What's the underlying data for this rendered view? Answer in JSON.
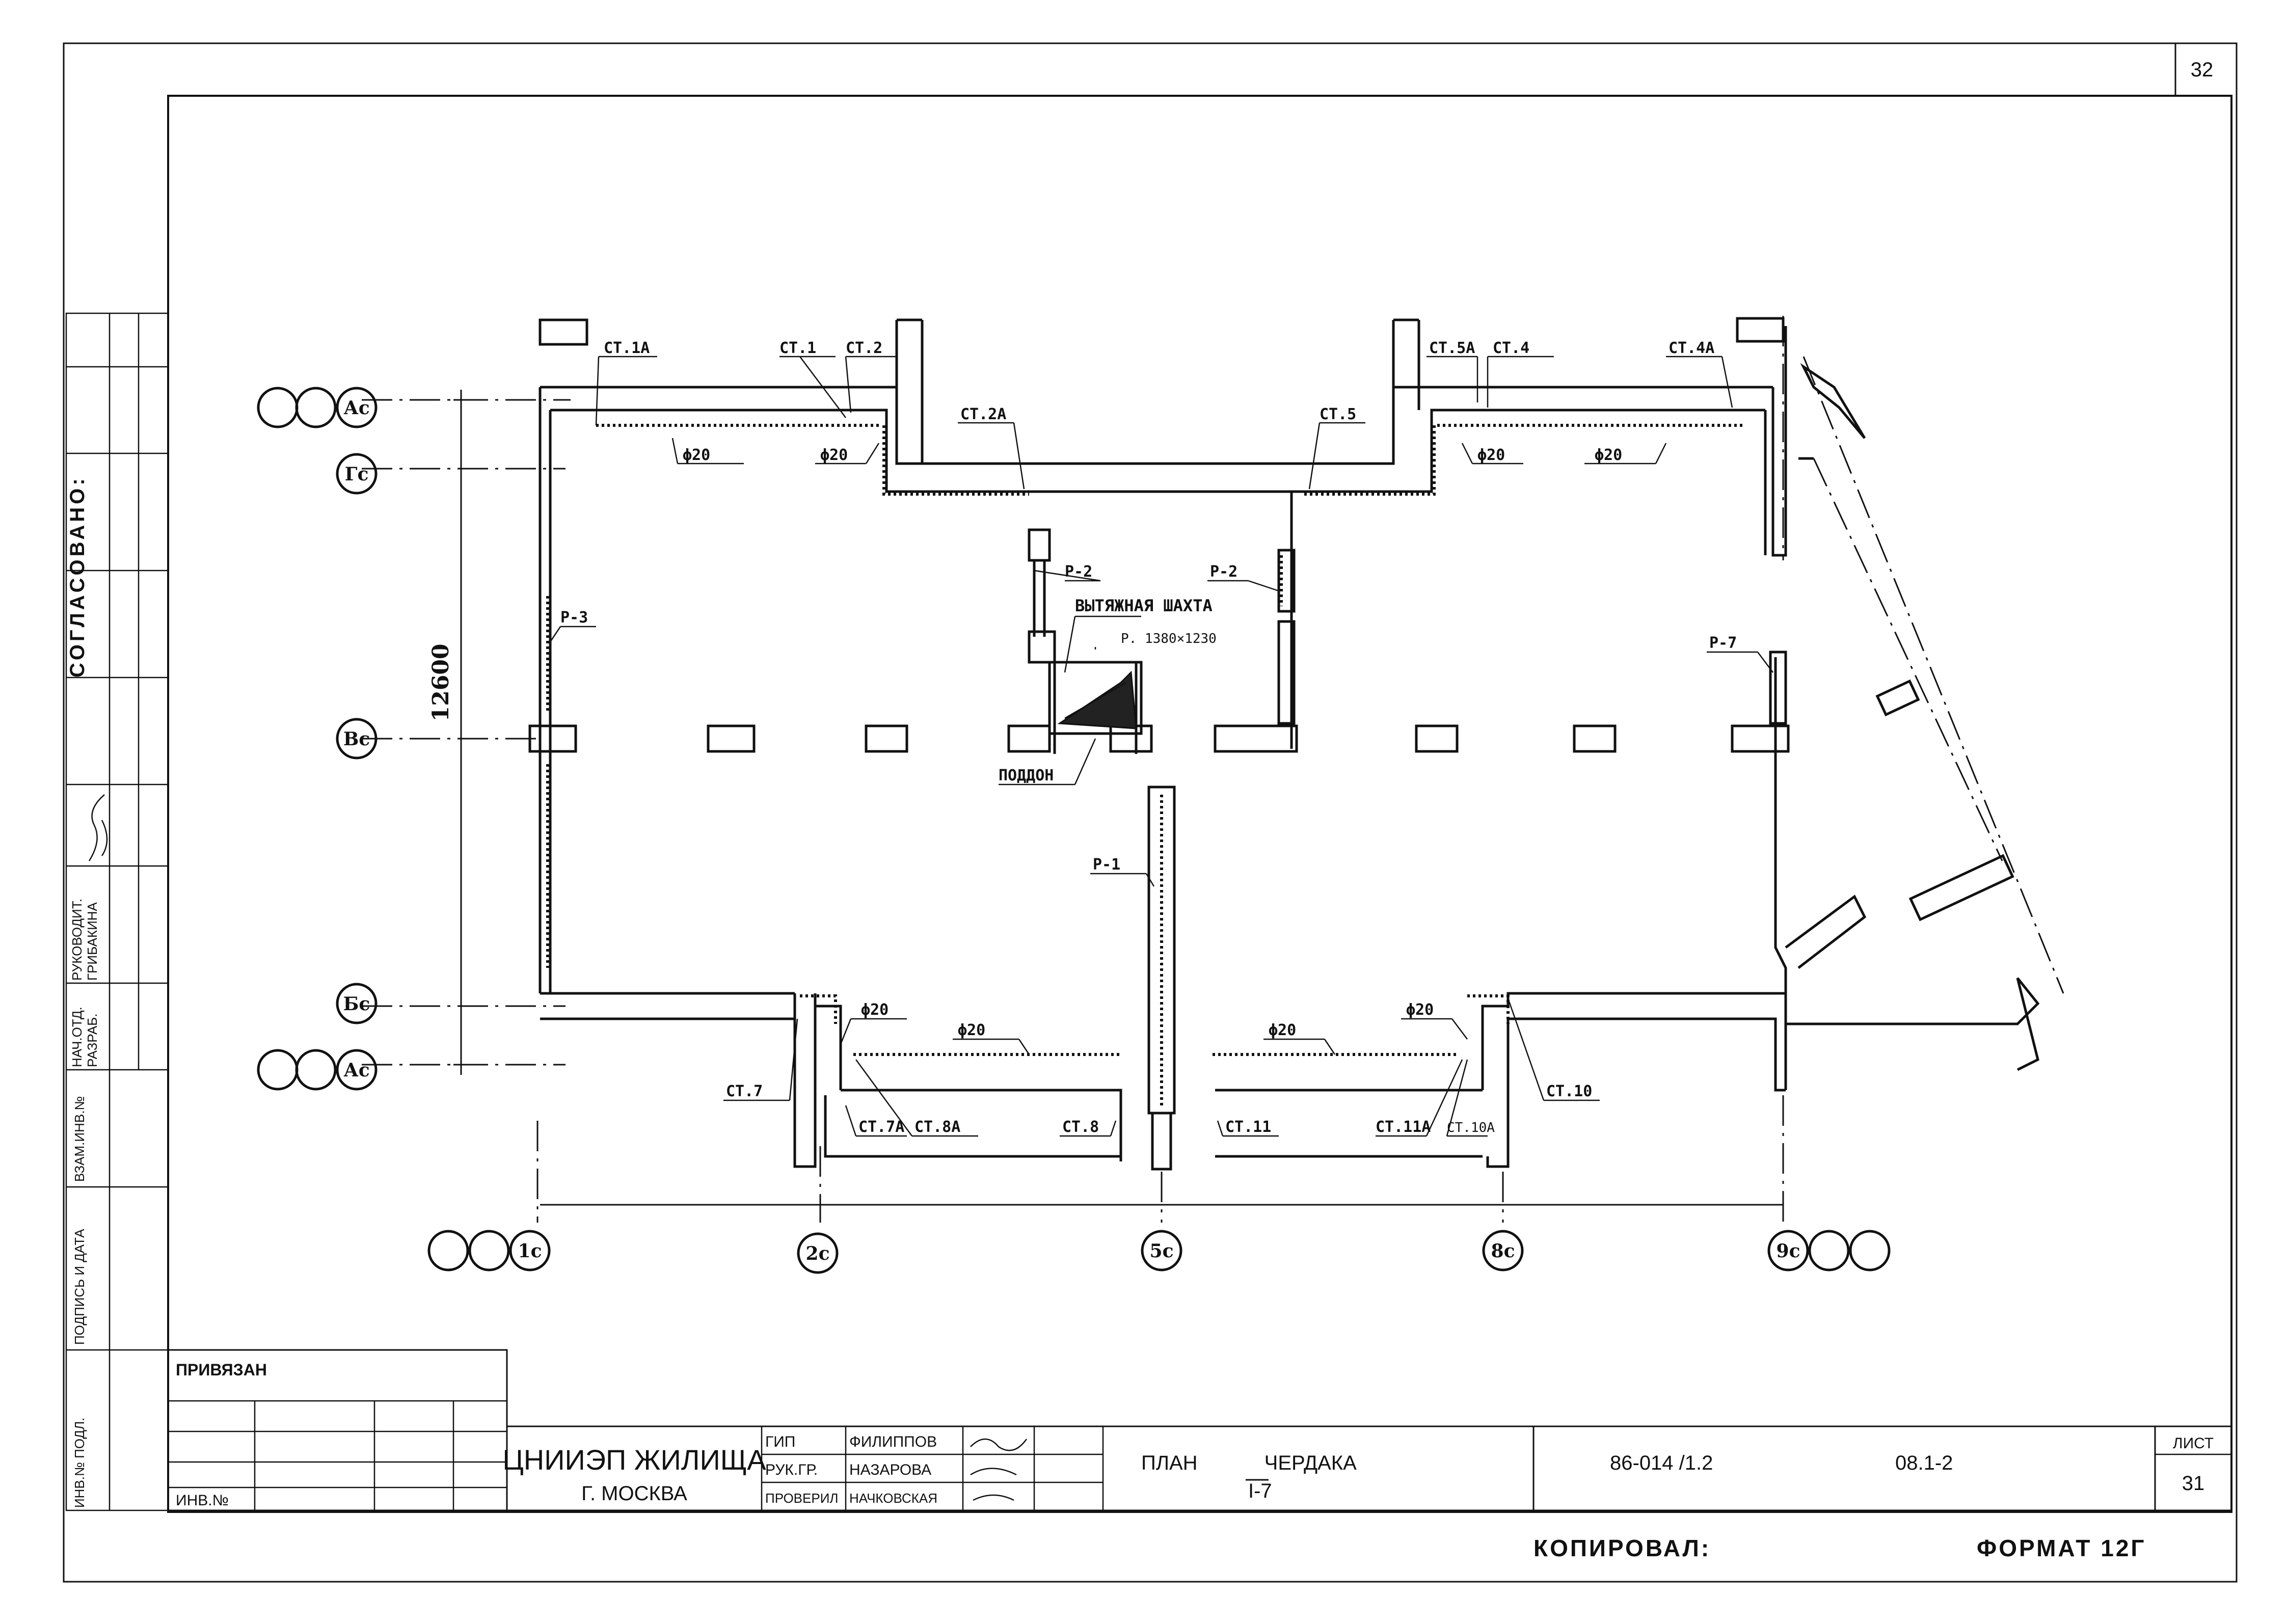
{
  "sheet": {
    "corner_number": "32",
    "approval_header": "СОГЛАСОВАНО:",
    "side_rows": [
      "НАЧ.ОТД.",
      "РАЗРАБ.",
      "РУКОВОДИТ.",
      "ГРИБАКИНА"
    ],
    "side_vertical": [
      "ИНВ.№ ПОДЛ.",
      "ПОДПИСЬ И ДАТА",
      "ВЗАМ.ИНВ.№"
    ]
  },
  "plan": {
    "dimension": "12600",
    "labels": {
      "st1a": "СТ.1А",
      "st1": "СТ.1",
      "st2": "СТ.2",
      "st2a": "СТ.2А",
      "st5": "СТ.5",
      "st5a": "СТ.5А",
      "st4": "СТ.4",
      "st4a": "СТ.4А",
      "st7": "СТ.7",
      "st7a": "СТ.7А",
      "st8a": "СТ.8А",
      "st8": "СТ.8",
      "st11": "СТ.11",
      "st11a": "СТ.11А",
      "st10a": "СТ.10А",
      "st10": "СТ.10",
      "p1": "Р-1",
      "p2a": "Р-2",
      "p2b": "Р-2",
      "p3": "Р-3",
      "p7": "Р-7",
      "d1": "ϕ20",
      "d2": "ϕ20",
      "d3": "ϕ20",
      "d4": "ϕ20",
      "d5": "ϕ20",
      "d6": "ϕ20",
      "d7": "ϕ20",
      "d8": "ϕ20",
      "shaft": "ВЫТЯЖНАЯ ШАХТА",
      "shaft_size": "Р. 1380×1230",
      "tray": "ПОДДОН"
    },
    "row_axes": [
      "Ас",
      "Гс",
      "Вс",
      "Бс",
      "Ас"
    ],
    "col_axes": [
      "1с",
      "2с",
      "5с",
      "8с",
      "9с"
    ]
  },
  "title_block": {
    "attached": "ПРИВЯЗАН",
    "inv": "ИНВ.№",
    "org_name": "ЦНИИЭП ЖИЛИЩА",
    "org_city": "Г. МОСКВА",
    "roles": [
      "ГИП",
      "РУК.ГР.",
      "ПРОВЕРИЛ"
    ],
    "names": [
      "ФИЛИППОВ",
      "НАЗАРОВА",
      "НАЧКОВСКАЯ"
    ],
    "drawing_title": "ПЛАН ЧЕРДАКА",
    "drawing_sub": "I-7",
    "code": "86-014 /1.2",
    "code_part": "08.1-2",
    "sheet_label": "ЛИСТ",
    "sheet_number": "31"
  },
  "footer": {
    "copied": "КОПИРОВАЛ:",
    "format": "ФОРМАТ 12Г"
  }
}
